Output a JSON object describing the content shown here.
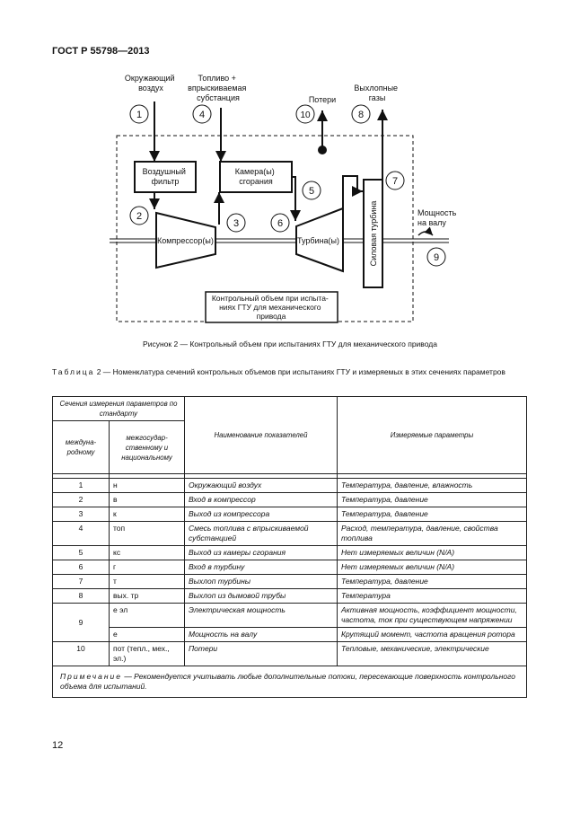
{
  "header": {
    "doc_id": "ГОСТ Р 55798—2013"
  },
  "figure": {
    "labels": {
      "air": [
        "Окружающий",
        "воздух"
      ],
      "fuel": [
        "Топливо +",
        "впрыскиваемая",
        "субстанция"
      ],
      "losses": "Потери",
      "exhaust": [
        "Выхлопные",
        "газы"
      ],
      "filter": [
        "Воздушный",
        "фильтр"
      ],
      "combustor": [
        "Камера(ы)",
        "сгорания"
      ],
      "compressor": "Компрессор(ы)",
      "turbine": "Турбина(ы)",
      "power_turbine": "Силовая турбина",
      "shaft_power": [
        "Мощность",
        "на валу"
      ],
      "control_volume": [
        "Контрольный объем при испыта-",
        "ниях ГТУ для механического",
        "привода"
      ]
    },
    "numbers": [
      "1",
      "4",
      "10",
      "8",
      "7",
      "5",
      "2",
      "3",
      "6",
      "9"
    ],
    "caption": "Рисунок 2 — Контрольный объем при испытаниях ГТУ для механического привода"
  },
  "table": {
    "caption_prefix": "Таблица",
    "caption_rest": " 2 — Номенклатура сечений контрольных объемов при испытаниях ГТУ и измеряемых в этих сечениях параметров",
    "headers": {
      "group": "Сечения измерения параметров по стандарту",
      "intl": "междуна­родному",
      "national": "межгосудар­ственному и национальному",
      "name": "Наименование показателей",
      "measured": "Измеряемые параметры"
    },
    "rows": [
      {
        "intl": "1",
        "nat": "н",
        "name": "Окружающий воздух",
        "params": "Температура, давление, влажность"
      },
      {
        "intl": "2",
        "nat": "в",
        "name": "Вход в компрессор",
        "params": "Температура, давление"
      },
      {
        "intl": "3",
        "nat": "к",
        "name": "Выход из компрессора",
        "params": "Температура, давление"
      },
      {
        "intl": "4",
        "nat": "топ",
        "name": "Смесь топлива с впрыскиваемой субстанцией",
        "params": "Расход, температура, давление, свой­ства топлива"
      },
      {
        "intl": "5",
        "nat": "кс",
        "name": "Выход из камеры сгорания",
        "params": "Нет измеряемых величин (N/A)"
      },
      {
        "intl": "6",
        "nat": "г",
        "name": "Вход в турбину",
        "params": "Нет измеряемых величин (N/A)"
      },
      {
        "intl": "7",
        "nat": "т",
        "name": "Выхлоп турбины",
        "params": "Температура, давление"
      },
      {
        "intl": "8",
        "nat": "вых. тр",
        "name": "Выхлоп из дымовой трубы",
        "params": "Температура"
      },
      {
        "intl": "9",
        "nat": "е эл",
        "name": "Электрическая мощность",
        "params": "Активная мощность, коэффициент мощности, частота, ток при существу­ющем напряжении"
      },
      {
        "intl": "",
        "nat": "е",
        "name": "Мощность на валу",
        "params": "Крутящий момент, частота вращения ротора"
      },
      {
        "intl": "10",
        "nat": "пот (тепл., мех., эл.)",
        "name": "Потери",
        "params": "Тепловые, механические, электрические"
      }
    ],
    "note_prefix": "Примечание",
    "note_rest": " — Рекомендуется учитывать любые дополнительные потоки, пересекающие поверхность контрольного объема для испытаний."
  },
  "footer": {
    "page_number": "12"
  }
}
